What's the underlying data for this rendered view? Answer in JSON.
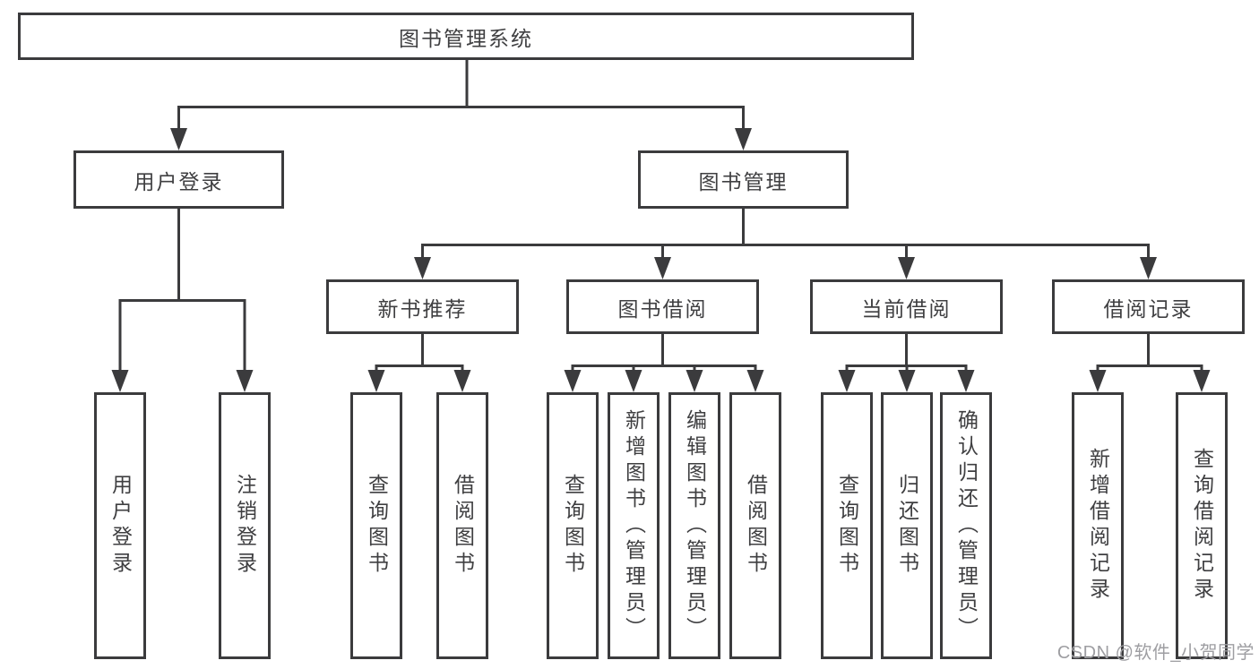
{
  "diagram": {
    "type": "tree",
    "structure": [
      {
        "label": "图书管理系统",
        "children": [
          {
            "label": "用户登录",
            "children": [
              {
                "label": "用户登录"
              },
              {
                "label": "注销登录"
              }
            ]
          },
          {
            "label": "图书管理",
            "children": [
              {
                "label": "新书推荐",
                "children": [
                  {
                    "label": "查询图书"
                  },
                  {
                    "label": "借阅图书"
                  }
                ]
              },
              {
                "label": "图书借阅",
                "children": [
                  {
                    "label": "查询图书"
                  },
                  {
                    "label": "新增图书（管理员）"
                  },
                  {
                    "label": "编辑图书（管理员）"
                  },
                  {
                    "label": "借阅图书"
                  }
                ]
              },
              {
                "label": "当前借阅",
                "children": [
                  {
                    "label": "查询图书"
                  },
                  {
                    "label": "归还图书"
                  },
                  {
                    "label": "确认归还（管理员）"
                  }
                ]
              },
              {
                "label": "借阅记录",
                "children": [
                  {
                    "label": "新增借阅记录"
                  },
                  {
                    "label": "查询借阅记录"
                  }
                ]
              }
            ]
          }
        ]
      }
    ]
  },
  "watermark": {
    "text": "CSDN @软件_小贺同学"
  },
  "colors": {
    "line": "#3b3b3d",
    "text": "#3f3f41",
    "background": "#ffffff",
    "watermark": "#9e9ea2"
  }
}
